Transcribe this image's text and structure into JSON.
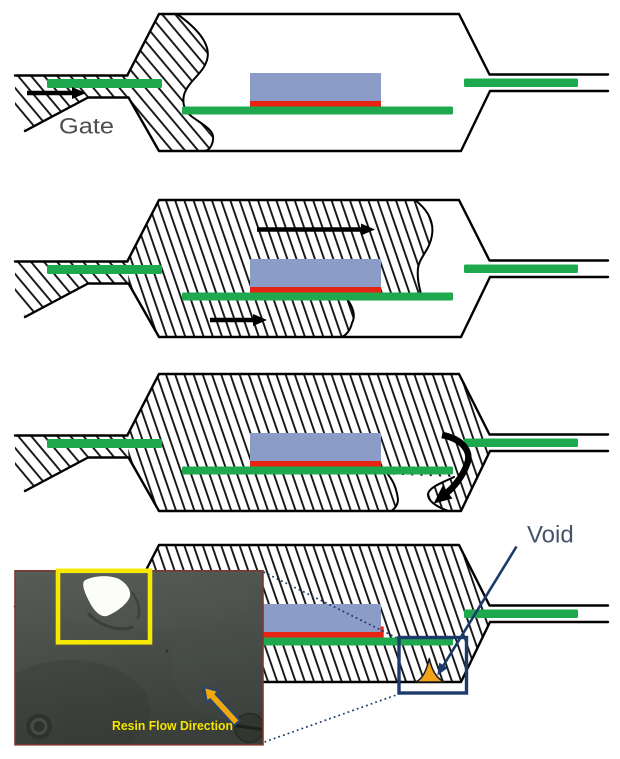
{
  "diagram": {
    "labels": {
      "gate": "Gate",
      "void": "Void",
      "resin_flow_direction": "Resin Flow Direction"
    },
    "colors": {
      "leadframe-green": "#1EA94F",
      "die-blue": "#8B9CC7",
      "die-attach-red": "#E52414",
      "outline-black": "#000000",
      "hatch-black": "#141414",
      "void-orange": "#F5A31B",
      "callout-navy": "#1C3A6B",
      "void-label-navy": "#44546A",
      "gate-label-grey": "#4D4D4D",
      "highlight-yellow": "#F6E802",
      "caption-yellow": "#F5E602",
      "flow-arrow-gold": "#EFA90F",
      "photo-border-maroon": "#7B3A31"
    }
  }
}
